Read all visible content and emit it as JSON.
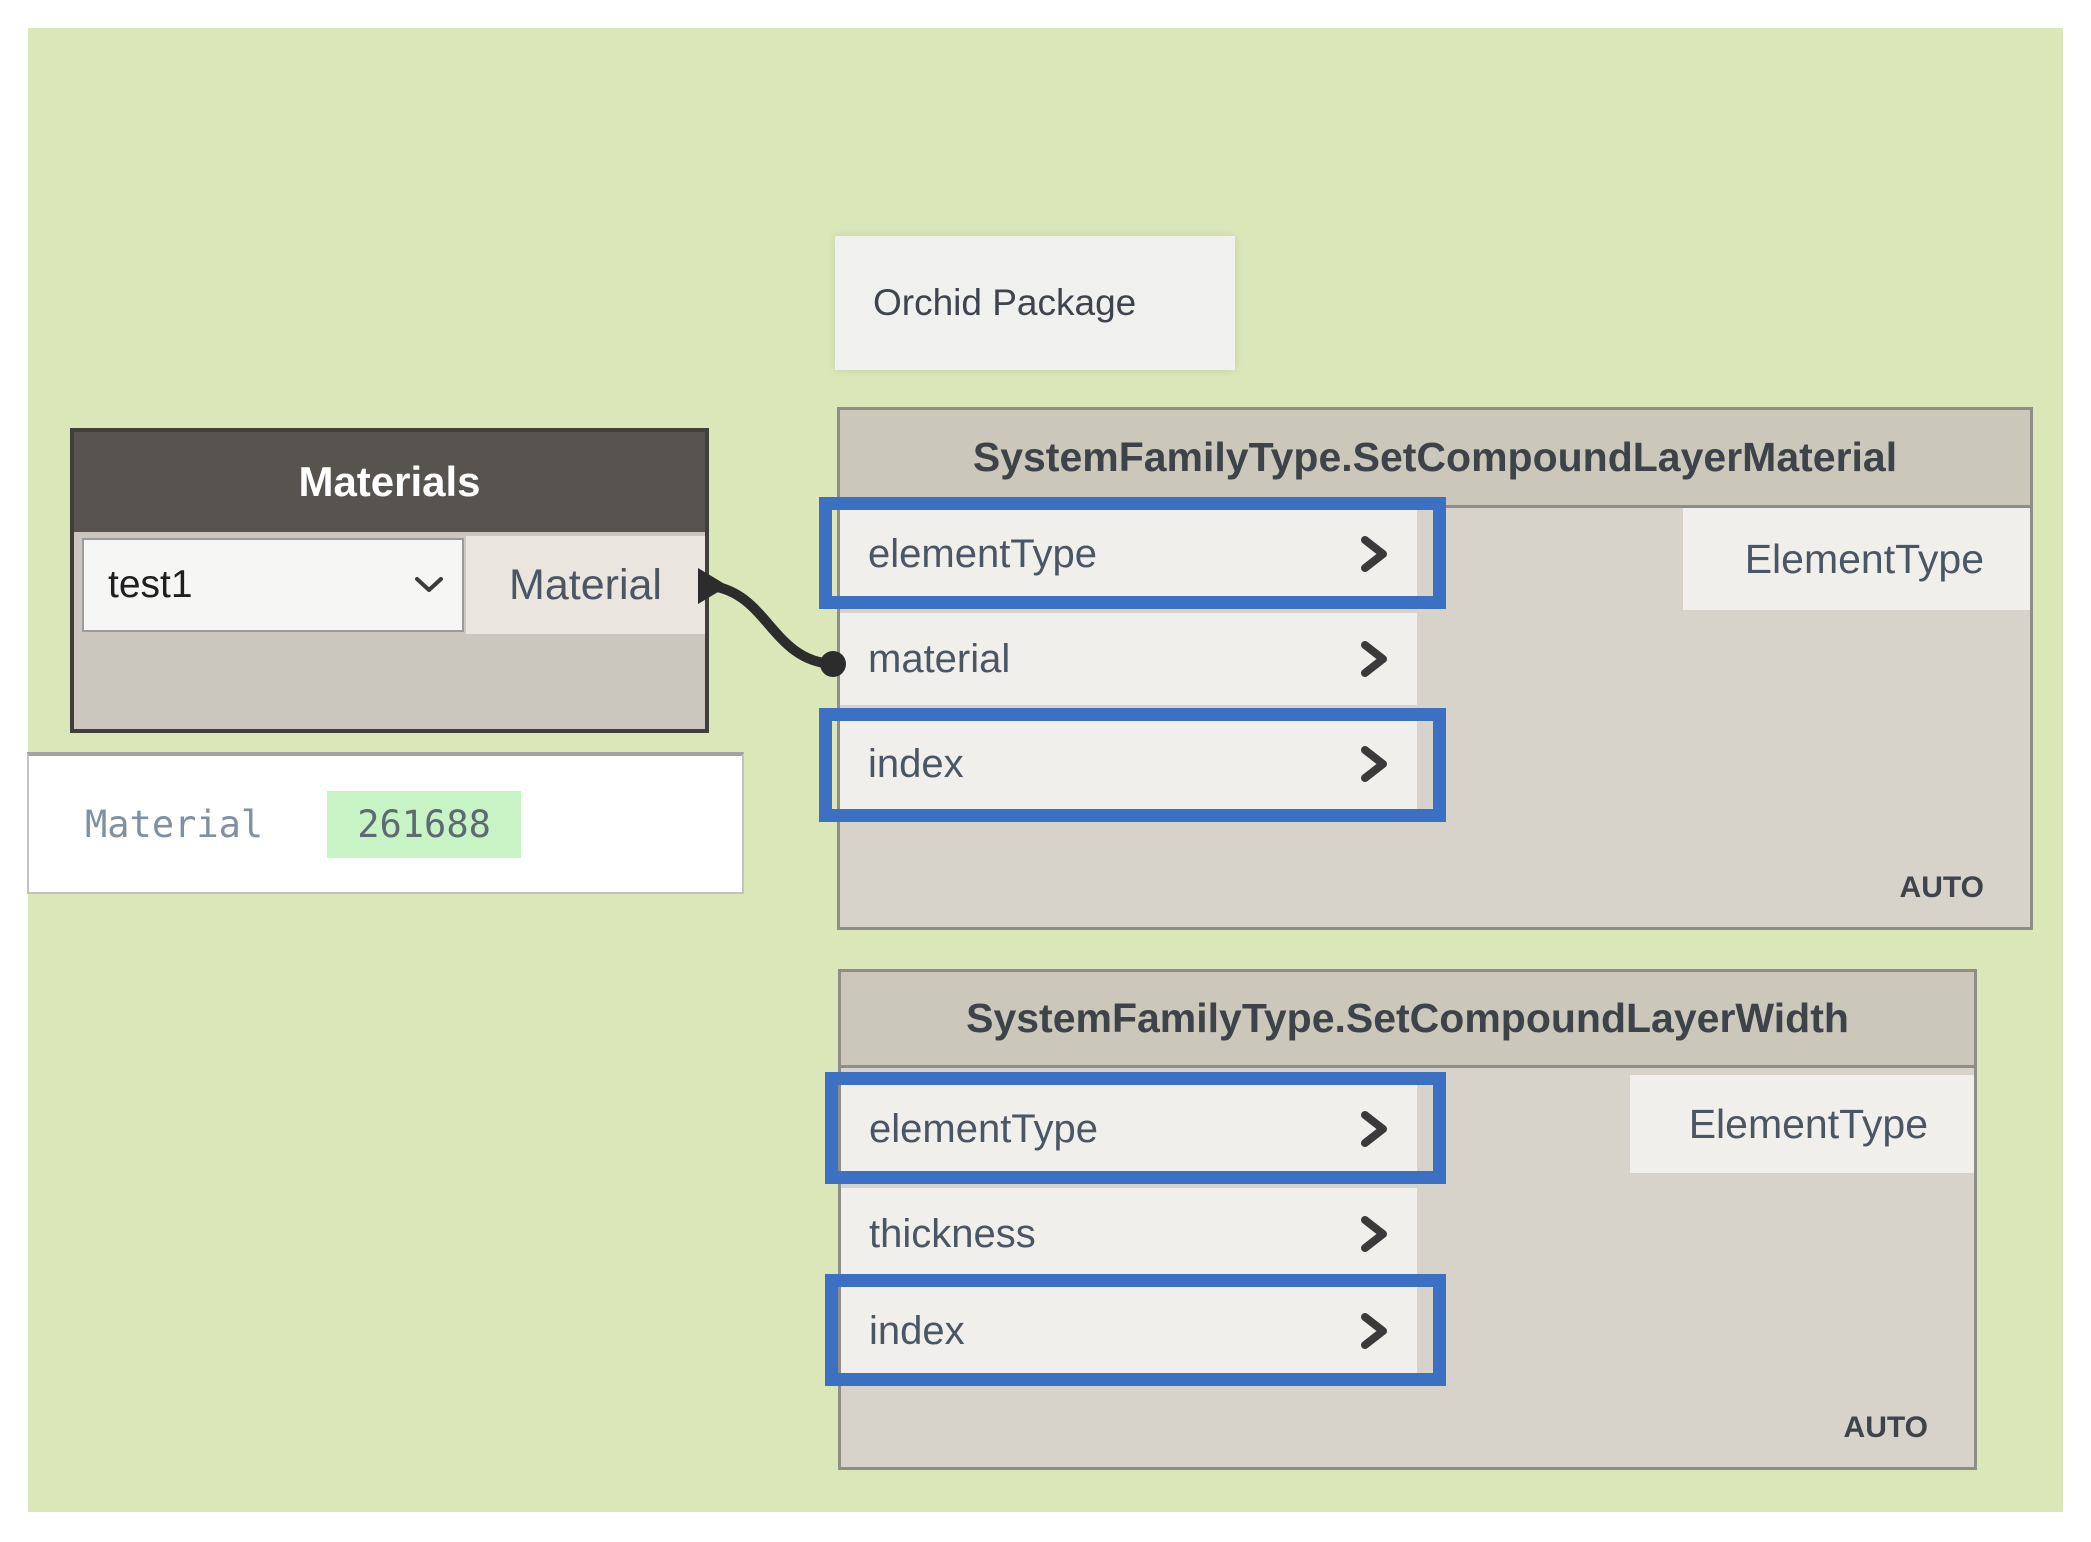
{
  "canvas": {
    "background": "#dbe7b8"
  },
  "package_tooltip": {
    "label": "Orchid Package"
  },
  "materials_node": {
    "title": "Materials",
    "dropdown": {
      "value": "test1"
    },
    "output_port": "Material"
  },
  "watch_bubble": {
    "label": "Material",
    "value": "261688",
    "highlight_color": "#c8f3c4"
  },
  "nodes": {
    "set_compound_layer_material": {
      "title": "SystemFamilyType.SetCompoundLayerMaterial",
      "inputs": [
        "elementType",
        "material",
        "index"
      ],
      "output": "ElementType",
      "lacing": "AUTO",
      "highlighted_inputs": [
        "elementType",
        "index"
      ]
    },
    "set_compound_layer_width": {
      "title": "SystemFamilyType.SetCompoundLayerWidth",
      "inputs": [
        "elementType",
        "thickness",
        "index"
      ],
      "output": "ElementType",
      "lacing": "AUTO",
      "highlighted_inputs": [
        "elementType",
        "index"
      ]
    }
  },
  "colors": {
    "highlight_blue": "#3b70c3",
    "value_highlight_green": "#c8f3c4",
    "materials_header": "#575450",
    "node_header": "#ccc7bb",
    "wire": "#2c2c2c"
  }
}
